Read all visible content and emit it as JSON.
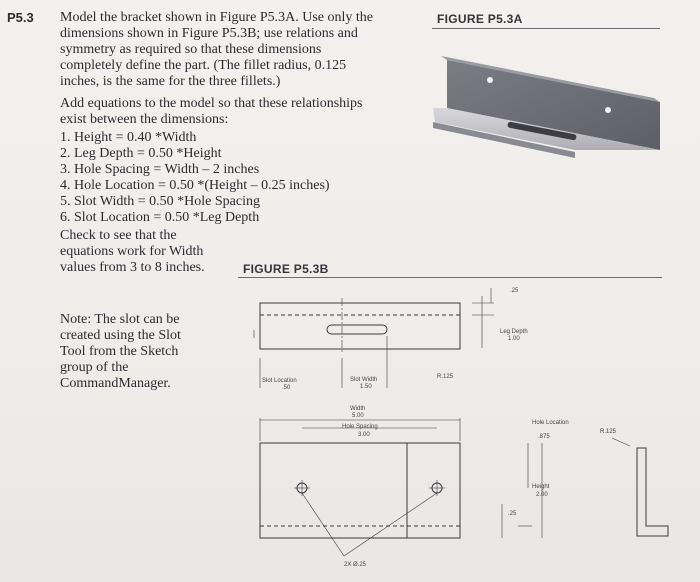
{
  "problem": {
    "number": "P5.3",
    "lines": [
      "Model the bracket shown in Figure P5.3A. Use only the",
      "dimensions shown in Figure P5.3B; use relations and",
      "symmetry as required so that these dimensions",
      "completely define the part. (The fillet radius, 0.125",
      "inches, is the same for the three fillets.)",
      "Add equations to the model so that these relationships",
      "exist between the dimensions:"
    ],
    "equations": [
      "1.  Height = 0.40 *Width",
      "2.  Leg Depth = 0.50 *Height",
      "3.  Hole Spacing = Width – 2 inches",
      "4.  Hole Location = 0.50 *(Height – 0.25 inches)",
      "5.  Slot Width = 0.50 *Hole Spacing",
      "6.  Slot Location = 0.50 *Leg Depth"
    ],
    "check_lines": [
      "Check to see that the",
      "equations work for Width",
      "values from 3 to 8 inches."
    ],
    "note_lines": [
      "Note: The slot can be",
      "created using the Slot",
      "Tool from the Sketch",
      "group of the",
      "CommandManager."
    ]
  },
  "figures": {
    "a_label": "FIGURE P5.3A",
    "b_label": "FIGURE P5.3B"
  },
  "dimensions": {
    "top_25": ".25",
    "leg_depth_label": "Leg Depth",
    "leg_depth_value": "1.00",
    "slot_location_label": "Slot Location",
    "slot_location_value": ".50",
    "slot_width_label": "Slot Width",
    "slot_width_value": "1.50",
    "fillet_r_front": "R.125",
    "width_label": "Width",
    "width_value": "5.00",
    "hole_spacing_label": "Hole Spacing",
    "hole_spacing_value": "3.00",
    "hole_location_label": "Hole Location",
    "hole_location_value": ".875",
    "fillet_r_side": "R.125",
    "height_label": "Height",
    "height_value": "2.00",
    "bottom_25": ".25",
    "hole_dia": "2X Ø.25"
  }
}
